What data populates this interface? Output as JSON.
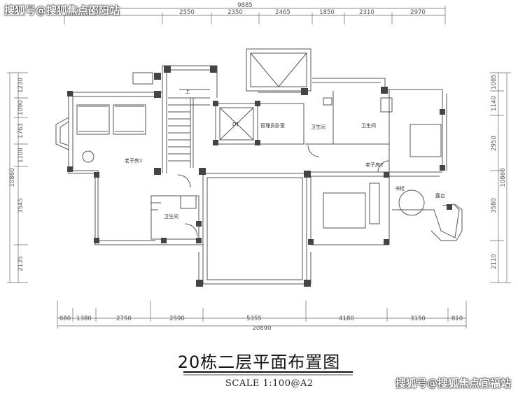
{
  "watermark_top": "搜狐号@搜狐焦点邵阳站",
  "watermark_bottom": "搜狐号@搜狐焦点宜福站",
  "title": "20栋二层平面布置图",
  "scale": "SCALE  1:100@A2",
  "dims": {
    "top_total": "9885",
    "top": [
      "2550",
      "2350",
      "2465",
      "1850",
      "2310",
      "2970"
    ],
    "bottom": [
      "680",
      "1380",
      "2750",
      "2590",
      "5355",
      "4180",
      "3150",
      "810"
    ],
    "bottom_total": "20890",
    "left": [
      "1230",
      "1090",
      "1763",
      "1100",
      "3545",
      "2135"
    ],
    "left_total": "10860",
    "right": [
      "1085",
      "1140",
      "2950",
      "3580",
      "2110"
    ],
    "right_total": "10860"
  },
  "rooms": {
    "bedroom1": "老子房1",
    "bedroom2": "老子房2",
    "admin": "管理员卧室",
    "bath_a": "卫生间",
    "bath_b": "卫生间",
    "bath_c": "卫生间",
    "dt": "DT",
    "up": "上",
    "balcony": "露台",
    "study": "书柜"
  }
}
